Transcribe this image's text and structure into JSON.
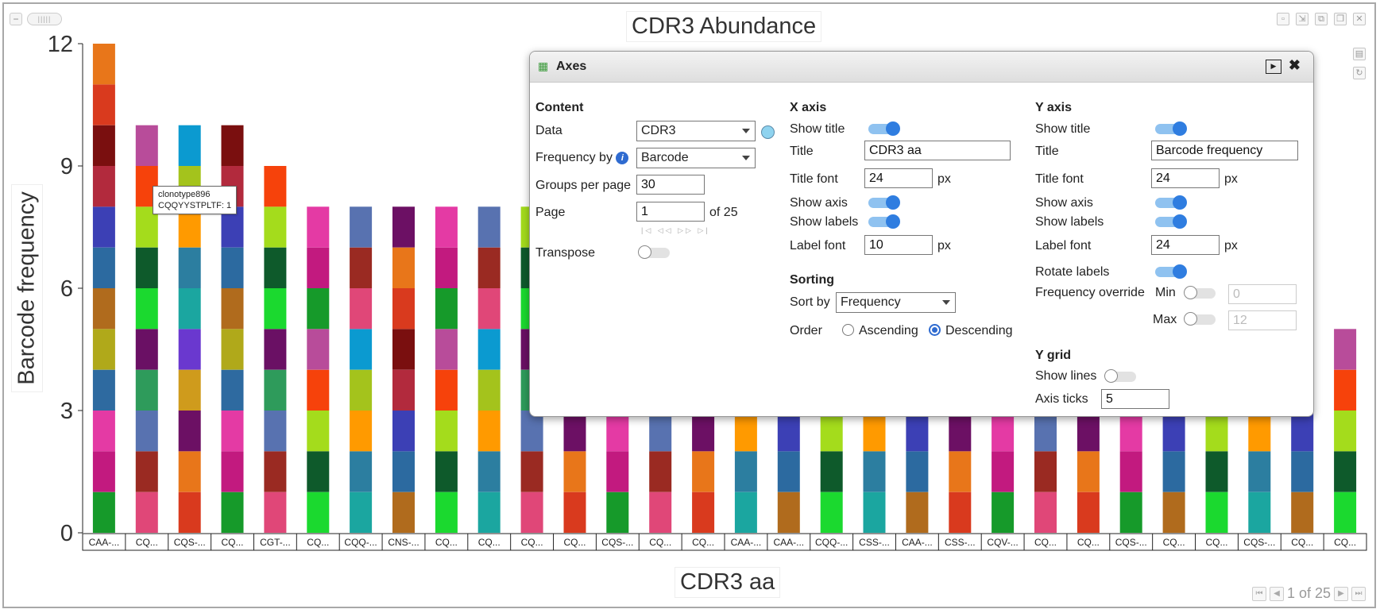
{
  "chart_data": {
    "type": "bar",
    "stacked": true,
    "title": "CDR3 Abundance",
    "xlabel": "CDR3 aa",
    "ylabel": "Barcode frequency",
    "ylim": [
      0,
      12
    ],
    "yticks": [
      0,
      3,
      6,
      9,
      12
    ],
    "grid": false,
    "categories": [
      "CAA-...",
      "CQ...",
      "CQS-...",
      "CQ...",
      "CGT-...",
      "CQ...",
      "CQQ-...",
      "CNS-...",
      "CQ...",
      "CQ...",
      "CQ...",
      "CQ...",
      "CQS-...",
      "CQ...",
      "CQ...",
      "CAA-...",
      "CAA-...",
      "CQQ-...",
      "CSS-...",
      "CAA-...",
      "CSS-...",
      "CQV-...",
      "CQ...",
      "CQ...",
      "CQS-...",
      "CQ...",
      "CQ...",
      "CQS-...",
      "CQ...",
      "CQ..."
    ],
    "values": [
      12,
      10,
      10,
      10,
      9,
      8,
      8,
      8,
      8,
      8,
      8,
      7,
      7,
      7,
      7,
      7,
      7,
      7,
      7,
      7,
      6,
      6,
      6,
      6,
      6,
      6,
      6,
      6,
      5,
      5
    ],
    "segment_value": 1,
    "palette": [
      "#169a2a",
      "#e8761a",
      "#5872b0",
      "#2e6aa0",
      "#6a38cf",
      "#1bd92f",
      "#2c6aa0",
      "#ff9a00",
      "#f6420b",
      "#7a0f0f",
      "#e04778",
      "#c21a7f",
      "#6c1064",
      "#2e9b5b",
      "#b0a91a",
      "#1ba6a0",
      "#0e5a2b",
      "#3c40b5",
      "#a4c31c",
      "#b84c9a",
      "#d93a1e",
      "#9a2a22",
      "#e43aa4",
      "#cf9b1c",
      "#6a1064",
      "#b06b1d",
      "#2c7ea0",
      "#a4dc1c",
      "#b22a3d",
      "#0b9ad0"
    ],
    "tooltip": {
      "line1": "clonotype896",
      "line2": "CQQYYSTPLTF: 1"
    }
  },
  "topbar": {
    "minimize_glyph": "−",
    "handle_glyph": "|||||"
  },
  "window_icons": [
    "copy-icon",
    "export-icon",
    "duplicate-icon",
    "restore-icon",
    "close-icon"
  ],
  "pager": {
    "text": "1 of 25"
  },
  "dialog": {
    "title": "Axes",
    "content": {
      "heading": "Content",
      "data_label": "Data",
      "data_value": "CDR3",
      "frequency_label": "Frequency by",
      "frequency_value": "Barcode",
      "groups_label": "Groups per page",
      "groups_value": "30",
      "page_label": "Page",
      "page_value": "1",
      "page_of": "of 25",
      "transpose_label": "Transpose",
      "transpose_on": false
    },
    "xaxis": {
      "heading": "X axis",
      "show_title_label": "Show title",
      "show_title_on": true,
      "title_label": "Title",
      "title_value": "CDR3 aa",
      "title_font_label": "Title font",
      "title_font_value": "24",
      "unit": "px",
      "show_axis_label": "Show axis",
      "show_axis_on": true,
      "show_labels_label": "Show labels",
      "show_labels_on": true,
      "label_font_label": "Label font",
      "label_font_value": "10"
    },
    "sorting": {
      "heading": "Sorting",
      "sort_by_label": "Sort by",
      "sort_by_value": "Frequency",
      "order_label": "Order",
      "ascending": "Ascending",
      "descending": "Descending",
      "selected": "Descending"
    },
    "yaxis": {
      "heading": "Y axis",
      "show_title_label": "Show title",
      "show_title_on": true,
      "title_label": "Title",
      "title_value": "Barcode frequency",
      "title_font_label": "Title font",
      "title_font_value": "24",
      "unit": "px",
      "show_axis_label": "Show axis",
      "show_axis_on": true,
      "show_labels_label": "Show labels",
      "show_labels_on": true,
      "label_font_label": "Label font",
      "label_font_value": "24",
      "rotate_labels_label": "Rotate labels",
      "rotate_labels_on": true,
      "freq_override_label": "Frequency override",
      "min_label": "Min",
      "min_value": "0",
      "min_on": false,
      "max_label": "Max",
      "max_value": "12",
      "max_on": false
    },
    "ygrid": {
      "heading": "Y grid",
      "show_lines_label": "Show lines",
      "show_lines_on": false,
      "axis_ticks_label": "Axis ticks",
      "axis_ticks_value": "5"
    }
  }
}
